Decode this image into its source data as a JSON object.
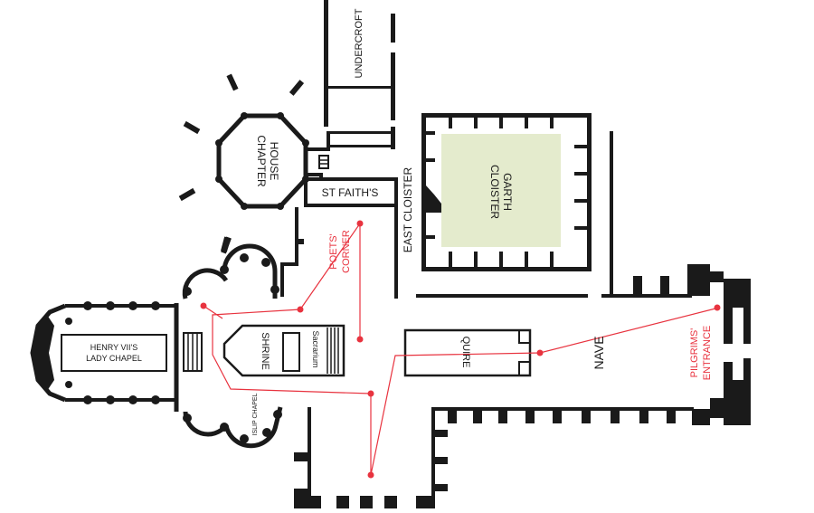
{
  "map": {
    "labels": {
      "undercroft": "UNDERCROFT",
      "chapter_house_1": "CHAPTER",
      "chapter_house_2": "HOUSE",
      "st_faiths": "ST FAITH'S",
      "east_cloister": "EAST CLOISTER",
      "cloister_garth_1": "CLOISTER",
      "cloister_garth_2": "GARTH",
      "poets_corner_1": "POETS'",
      "poets_corner_2": "CORNER",
      "henry_vii_1": "HENRY VII'S",
      "henry_vii_2": "LADY CHAPEL",
      "shrine": "SHRINE",
      "sacrarium": "Sacrarium",
      "quire": "QUIRE",
      "nave": "NAVE",
      "pilgrims_1": "PILGRIMS'",
      "pilgrims_2": "ENTRANCE",
      "islip_chapel": "ISLIP CHAPEL"
    },
    "colors": {
      "wall": "#1a1a1a",
      "route": "#e8333f",
      "garth": "#e4ebcd"
    }
  }
}
